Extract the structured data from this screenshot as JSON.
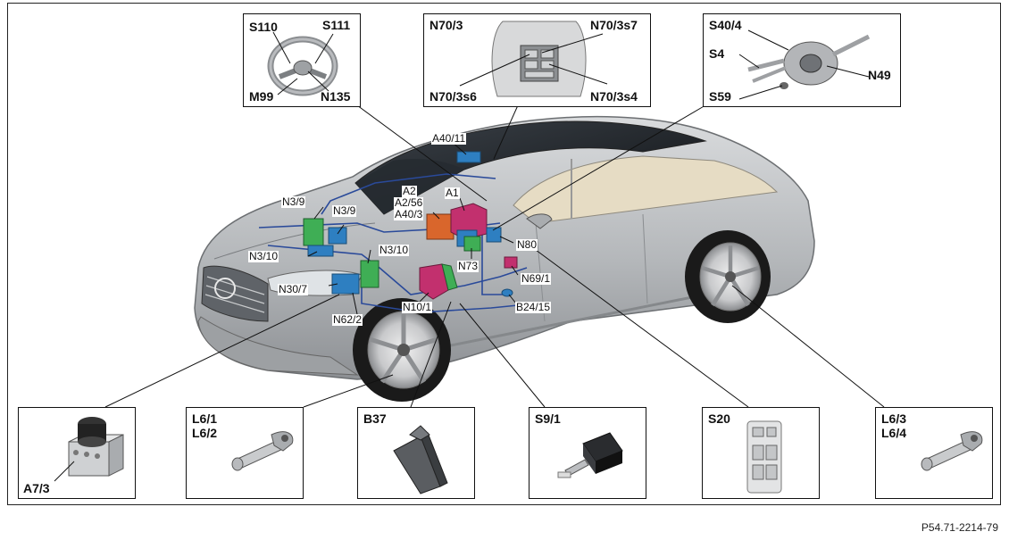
{
  "figure_id": "P54.71-2214-79",
  "callout_boxes": {
    "steering_wheel": [
      "S110",
      "S111",
      "M99",
      "N135"
    ],
    "overhead_panel": [
      "N70/3",
      "N70/3s7",
      "N70/3s6",
      "N70/3s4"
    ],
    "steering_column_switches": [
      "S40/4",
      "S4",
      "N49",
      "S59"
    ],
    "abs_unit": [
      "A7/3"
    ],
    "sensor_front": [
      "L6/1",
      "L6/2"
    ],
    "accelerator_pedal": [
      "B37"
    ],
    "brake_switch": [
      "S9/1"
    ],
    "window_switch": [
      "S20"
    ],
    "sensor_rear": [
      "L6/3",
      "L6/4"
    ]
  },
  "car_labels": {
    "a40_11": "A40/11",
    "a2": "A2",
    "a2_56": "A2/56",
    "a40_3": "A40/3",
    "a1": "A1",
    "n3_9_left": "N3/9",
    "n3_9_right": "N3/9",
    "n3_10_left": "N3/10",
    "n3_10_right": "N3/10",
    "n30_7": "N30/7",
    "n62_2": "N62/2",
    "n10_1": "N10/1",
    "n73": "N73",
    "n80": "N80",
    "n69_1": "N69/1",
    "b24_15": "B24/15"
  },
  "colors": {
    "car_body": "#b9bcbf",
    "glass": "#1c2126",
    "interior": "#e6dcc4",
    "module_blue": "#2e7fc1",
    "module_green": "#3fae55",
    "module_magenta": "#c2306e",
    "module_orange": "#d9662c",
    "wiring": "#2a4a9a"
  }
}
